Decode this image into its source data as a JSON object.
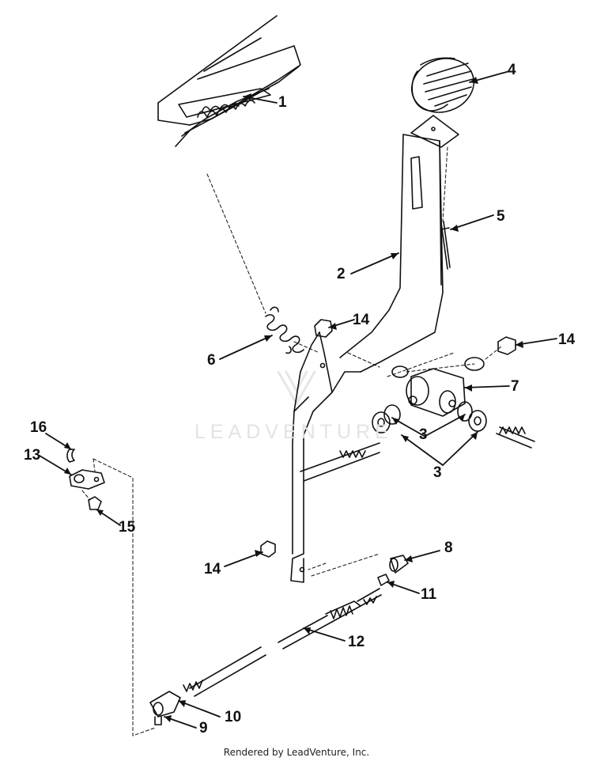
{
  "callouts": {
    "c1": "1",
    "c2": "2",
    "c3a": "3",
    "c3b": "3",
    "c4": "4",
    "c5": "5",
    "c6": "6",
    "c7": "7",
    "c8": "8",
    "c9": "9",
    "c10": "10",
    "c11": "11",
    "c12": "12",
    "c13": "13",
    "c14a": "14",
    "c14b": "14",
    "c14c": "14",
    "c15": "15",
    "c16": "16"
  },
  "watermark": "LEADVENTURE",
  "footer": "Rendered by LeadVenture, Inc."
}
